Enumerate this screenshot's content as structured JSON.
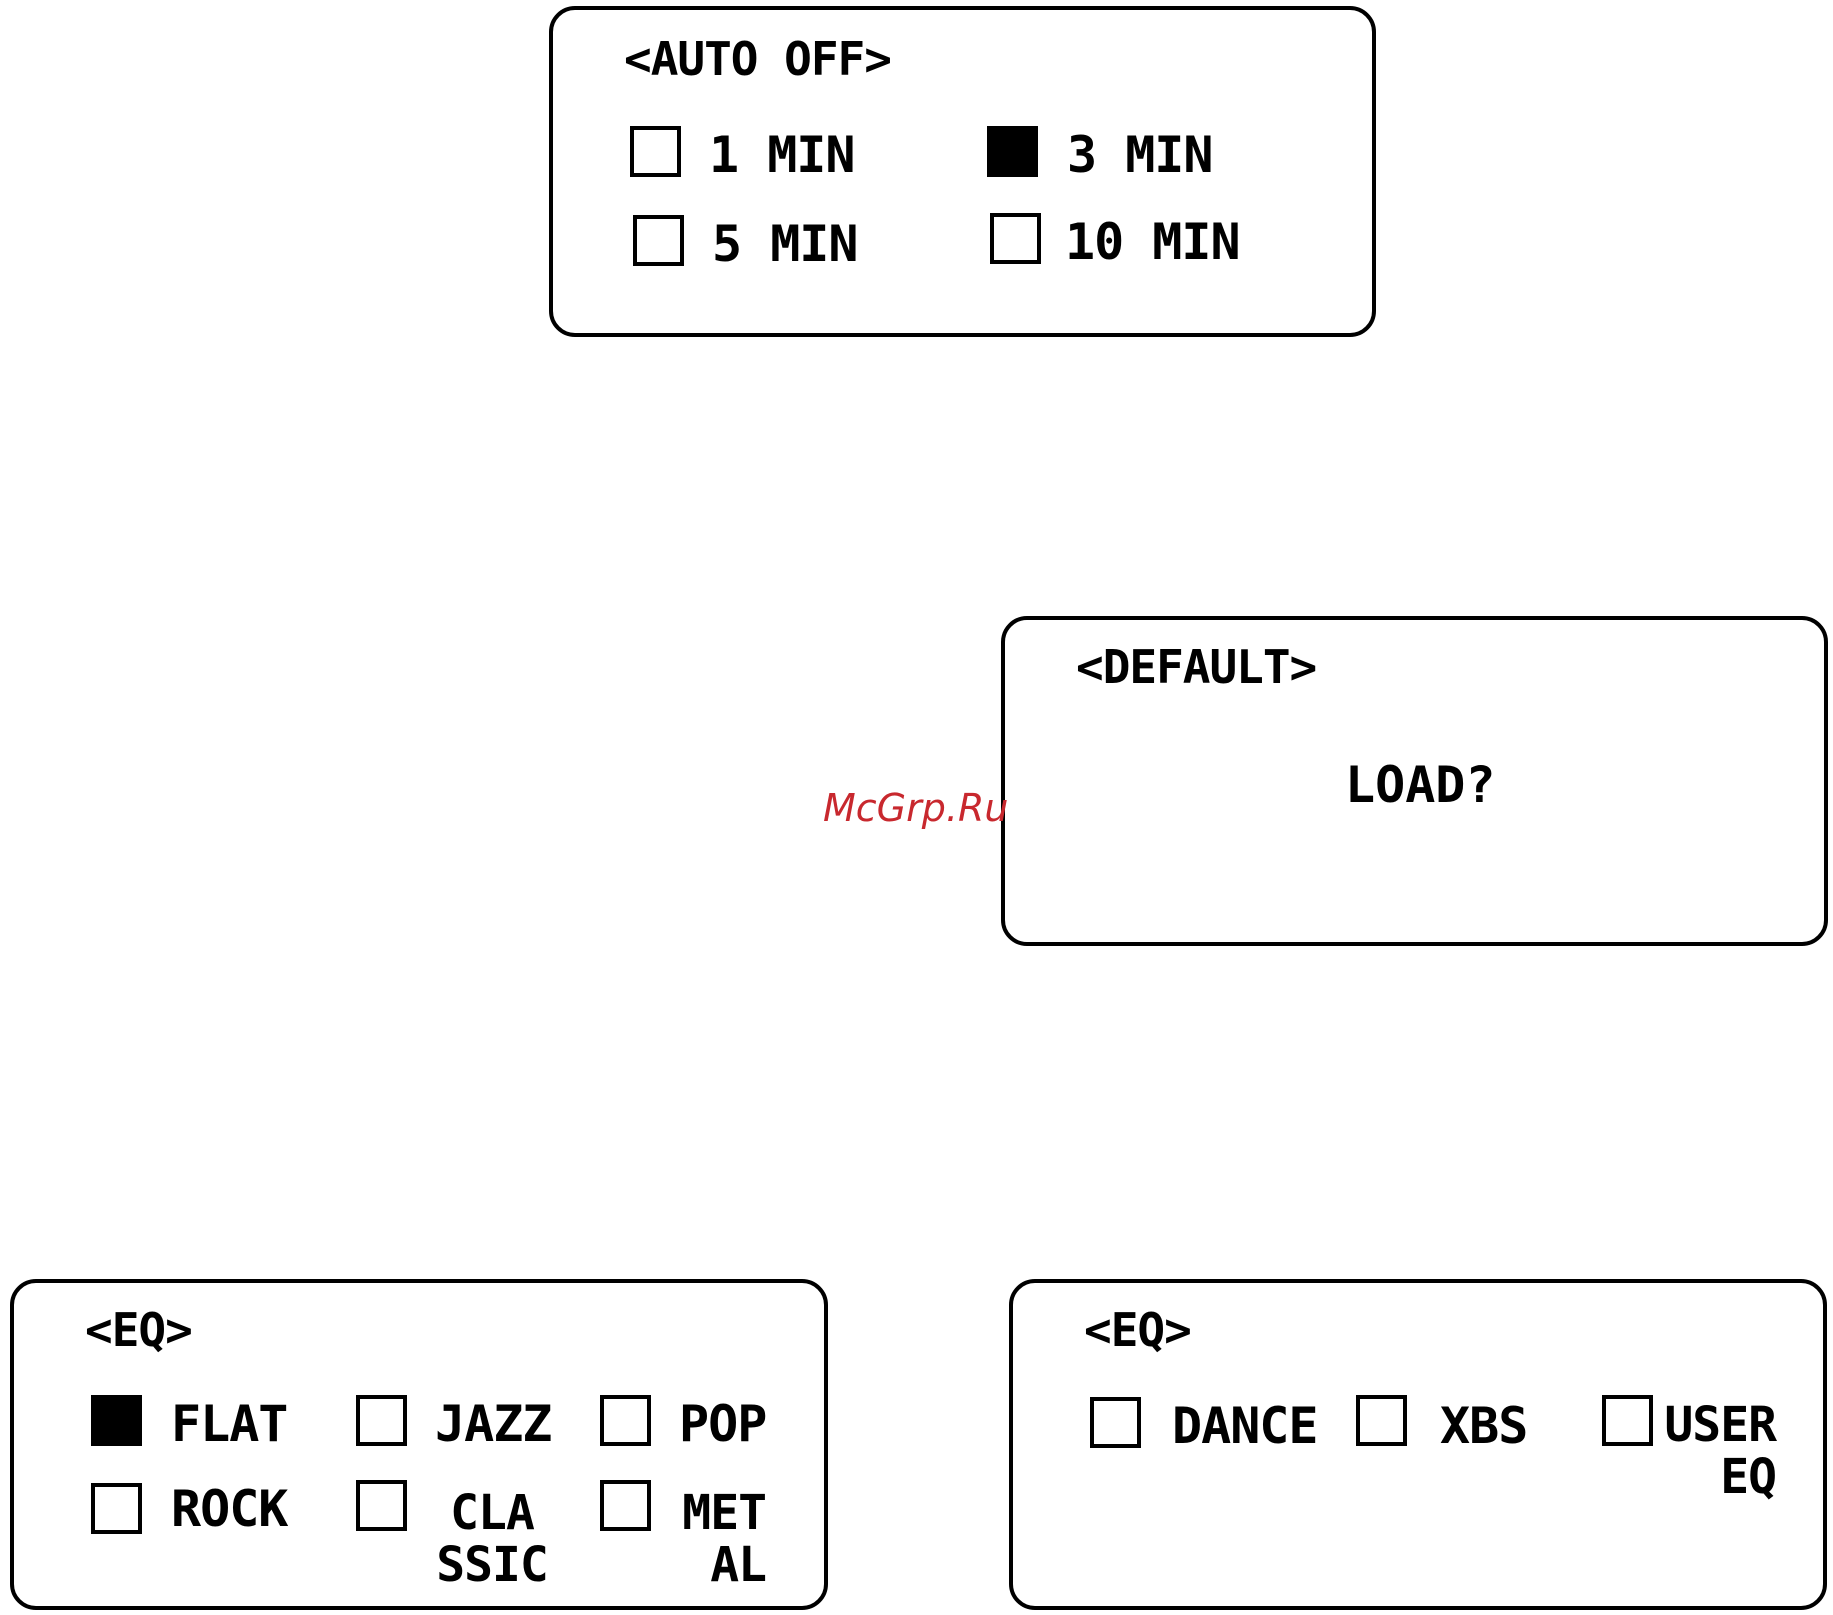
{
  "auto_off": {
    "title": "<AUTO OFF>",
    "options": [
      {
        "label": "1 MIN",
        "checked": false
      },
      {
        "label": "3 MIN",
        "checked": true
      },
      {
        "label": "5 MIN",
        "checked": false
      },
      {
        "label": "10 MIN",
        "checked": false
      }
    ]
  },
  "default": {
    "title": "<DEFAULT>",
    "prompt": "LOAD?"
  },
  "eq1": {
    "title": "<EQ>",
    "options": [
      {
        "label": "FLAT",
        "checked": true
      },
      {
        "label": "JAZZ",
        "checked": false
      },
      {
        "label": "POP",
        "checked": false
      },
      {
        "label": "ROCK",
        "checked": false
      },
      {
        "label": "CLA\nSSIC",
        "checked": false
      },
      {
        "label": "MET\nAL",
        "checked": false
      }
    ]
  },
  "eq2": {
    "title": "<EQ>",
    "options": [
      {
        "label": "DANCE",
        "checked": false
      },
      {
        "label": "XBS",
        "checked": false
      },
      {
        "label": "USER\nEQ",
        "checked": false
      }
    ]
  },
  "watermark": "McGrp.Ru"
}
